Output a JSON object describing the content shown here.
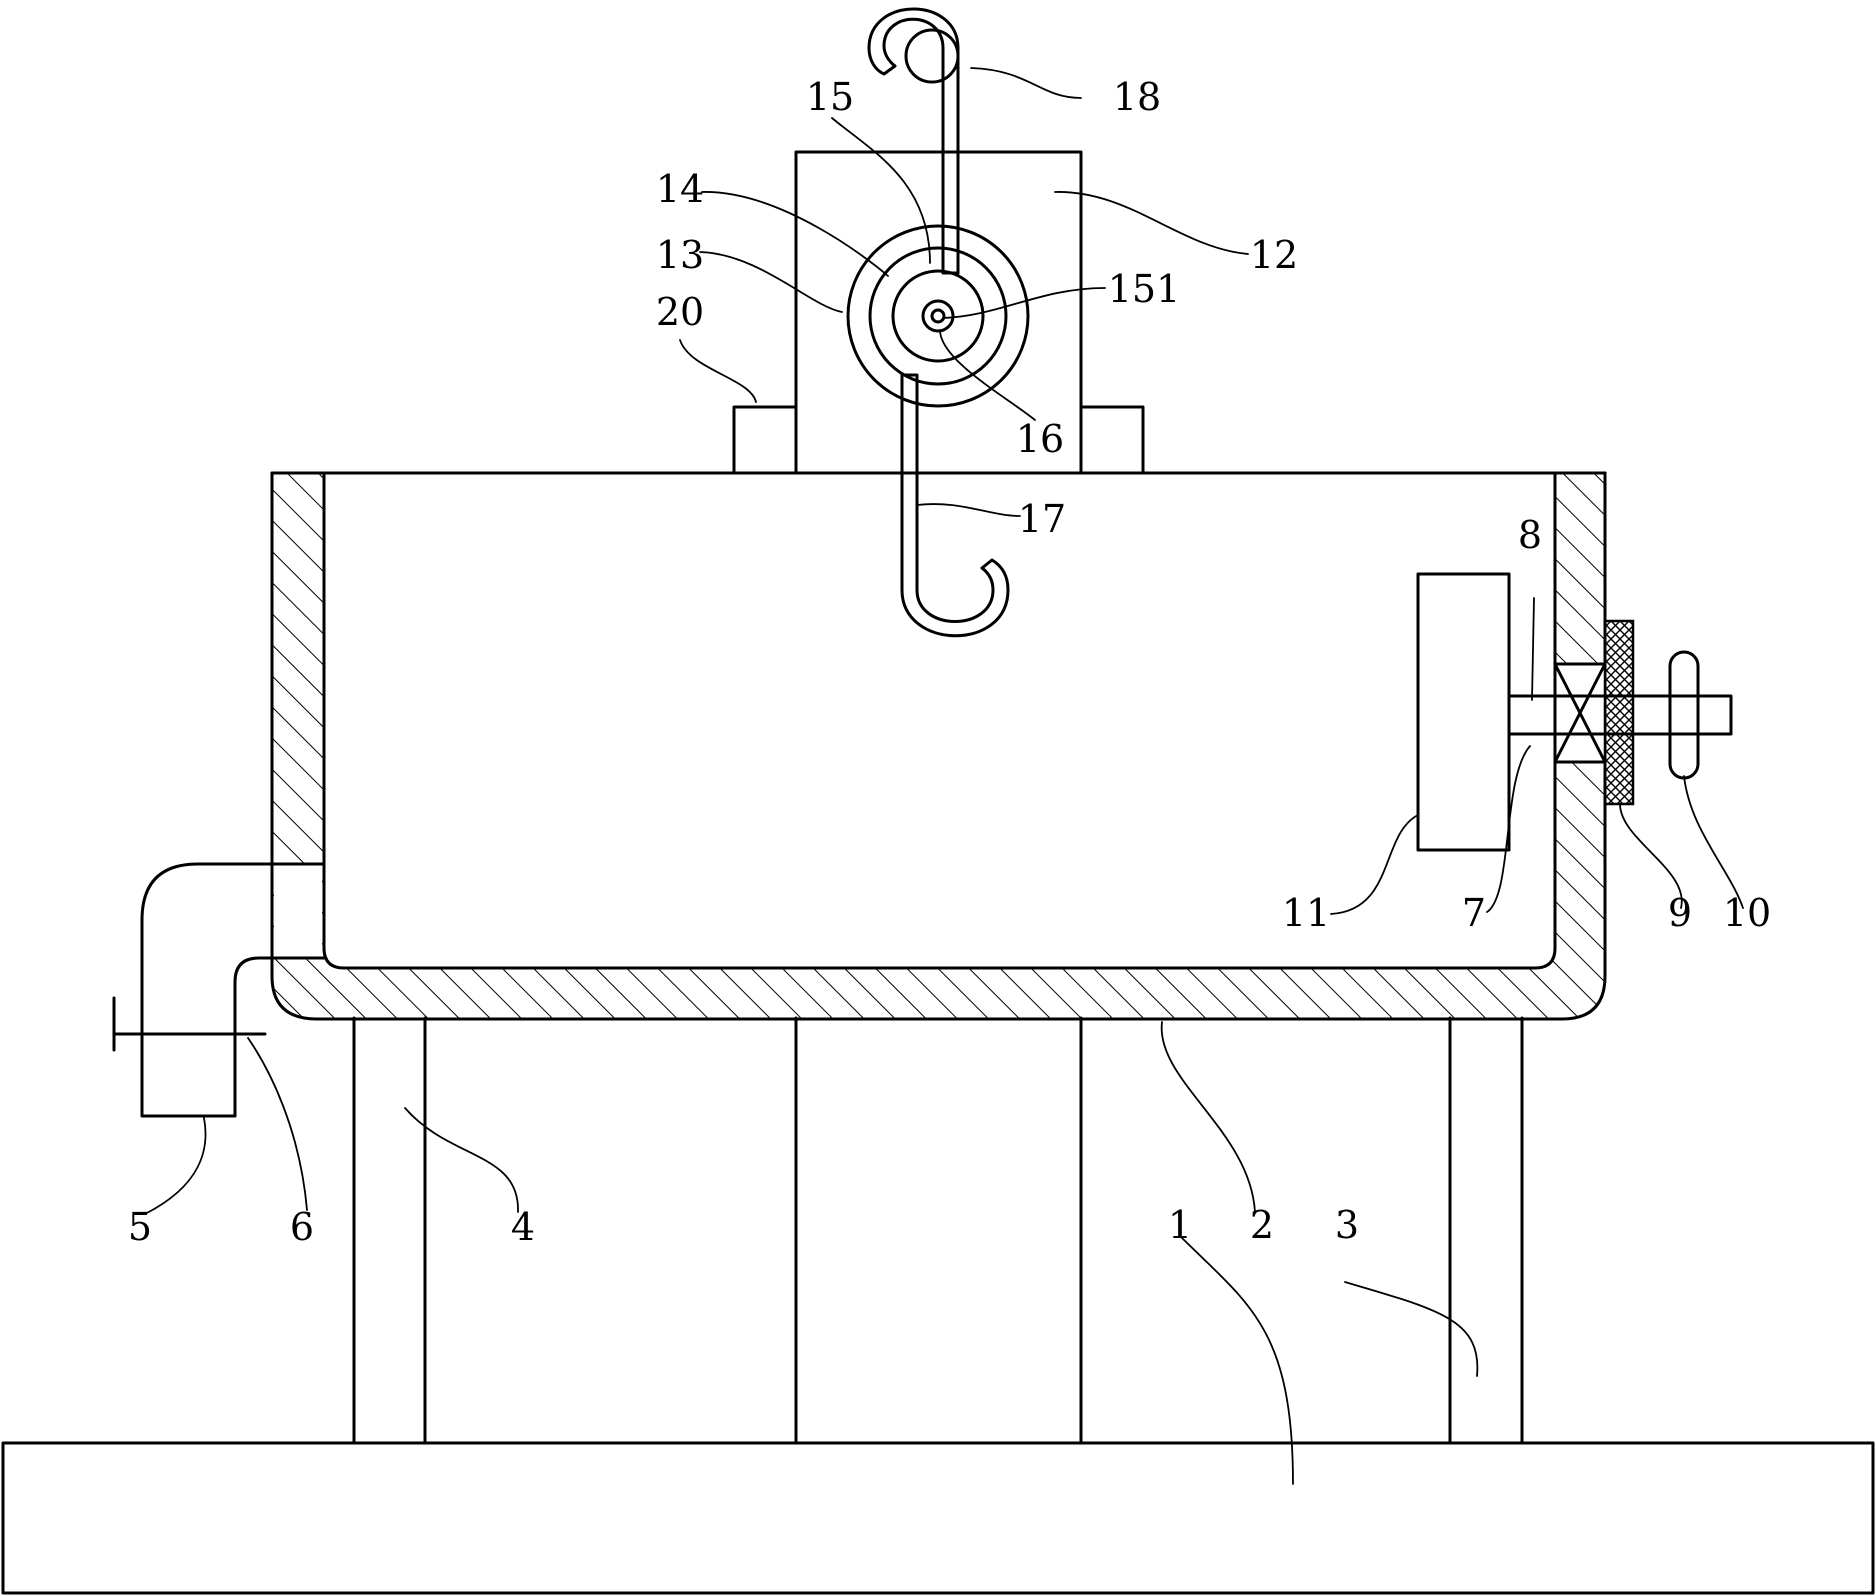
{
  "labels": {
    "l1": "1",
    "l2": "2",
    "l3": "3",
    "l4": "4",
    "l5": "5",
    "l6": "6",
    "l7": "7",
    "l8": "8",
    "l9": "9",
    "l10": "10",
    "l11": "11",
    "l12": "12",
    "l13": "13",
    "l14": "14",
    "l15": "15",
    "l151": "151",
    "l16": "16",
    "l17": "17",
    "l18": "18",
    "l20": "20"
  }
}
